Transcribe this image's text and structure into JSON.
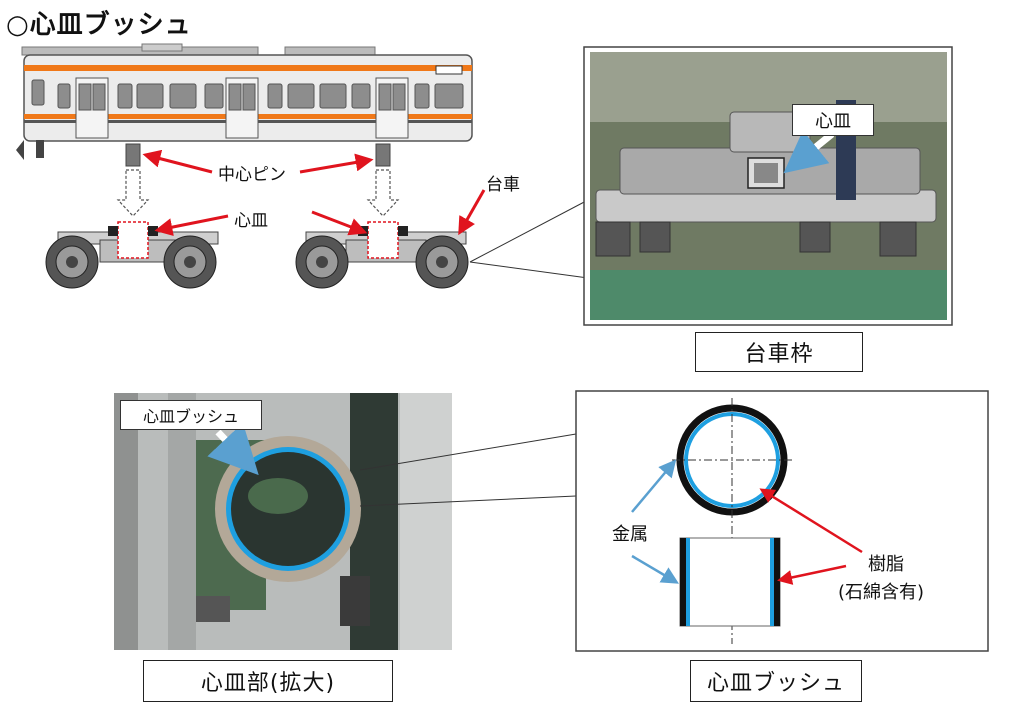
{
  "title": "○心皿ブッシュ",
  "top": {
    "label_center_pin": "中心ピン",
    "label_shinzara": "心皿",
    "label_bogie": "台車",
    "photo_tag": "心皿",
    "caption": "台車枠"
  },
  "bottom": {
    "photo_tag": "心皿ブッシュ",
    "caption_left": "心皿部(拡大)",
    "caption_right": "心皿ブッシュ",
    "label_metal": "金属",
    "label_resin": "樹脂",
    "label_resin_sub": "(石綿含有)"
  },
  "colors": {
    "arrow_red": "#e0141e",
    "arrow_blue": "#5aa0d0",
    "resin_blue": "#1e9fe0",
    "train_orange": "#f07818"
  }
}
